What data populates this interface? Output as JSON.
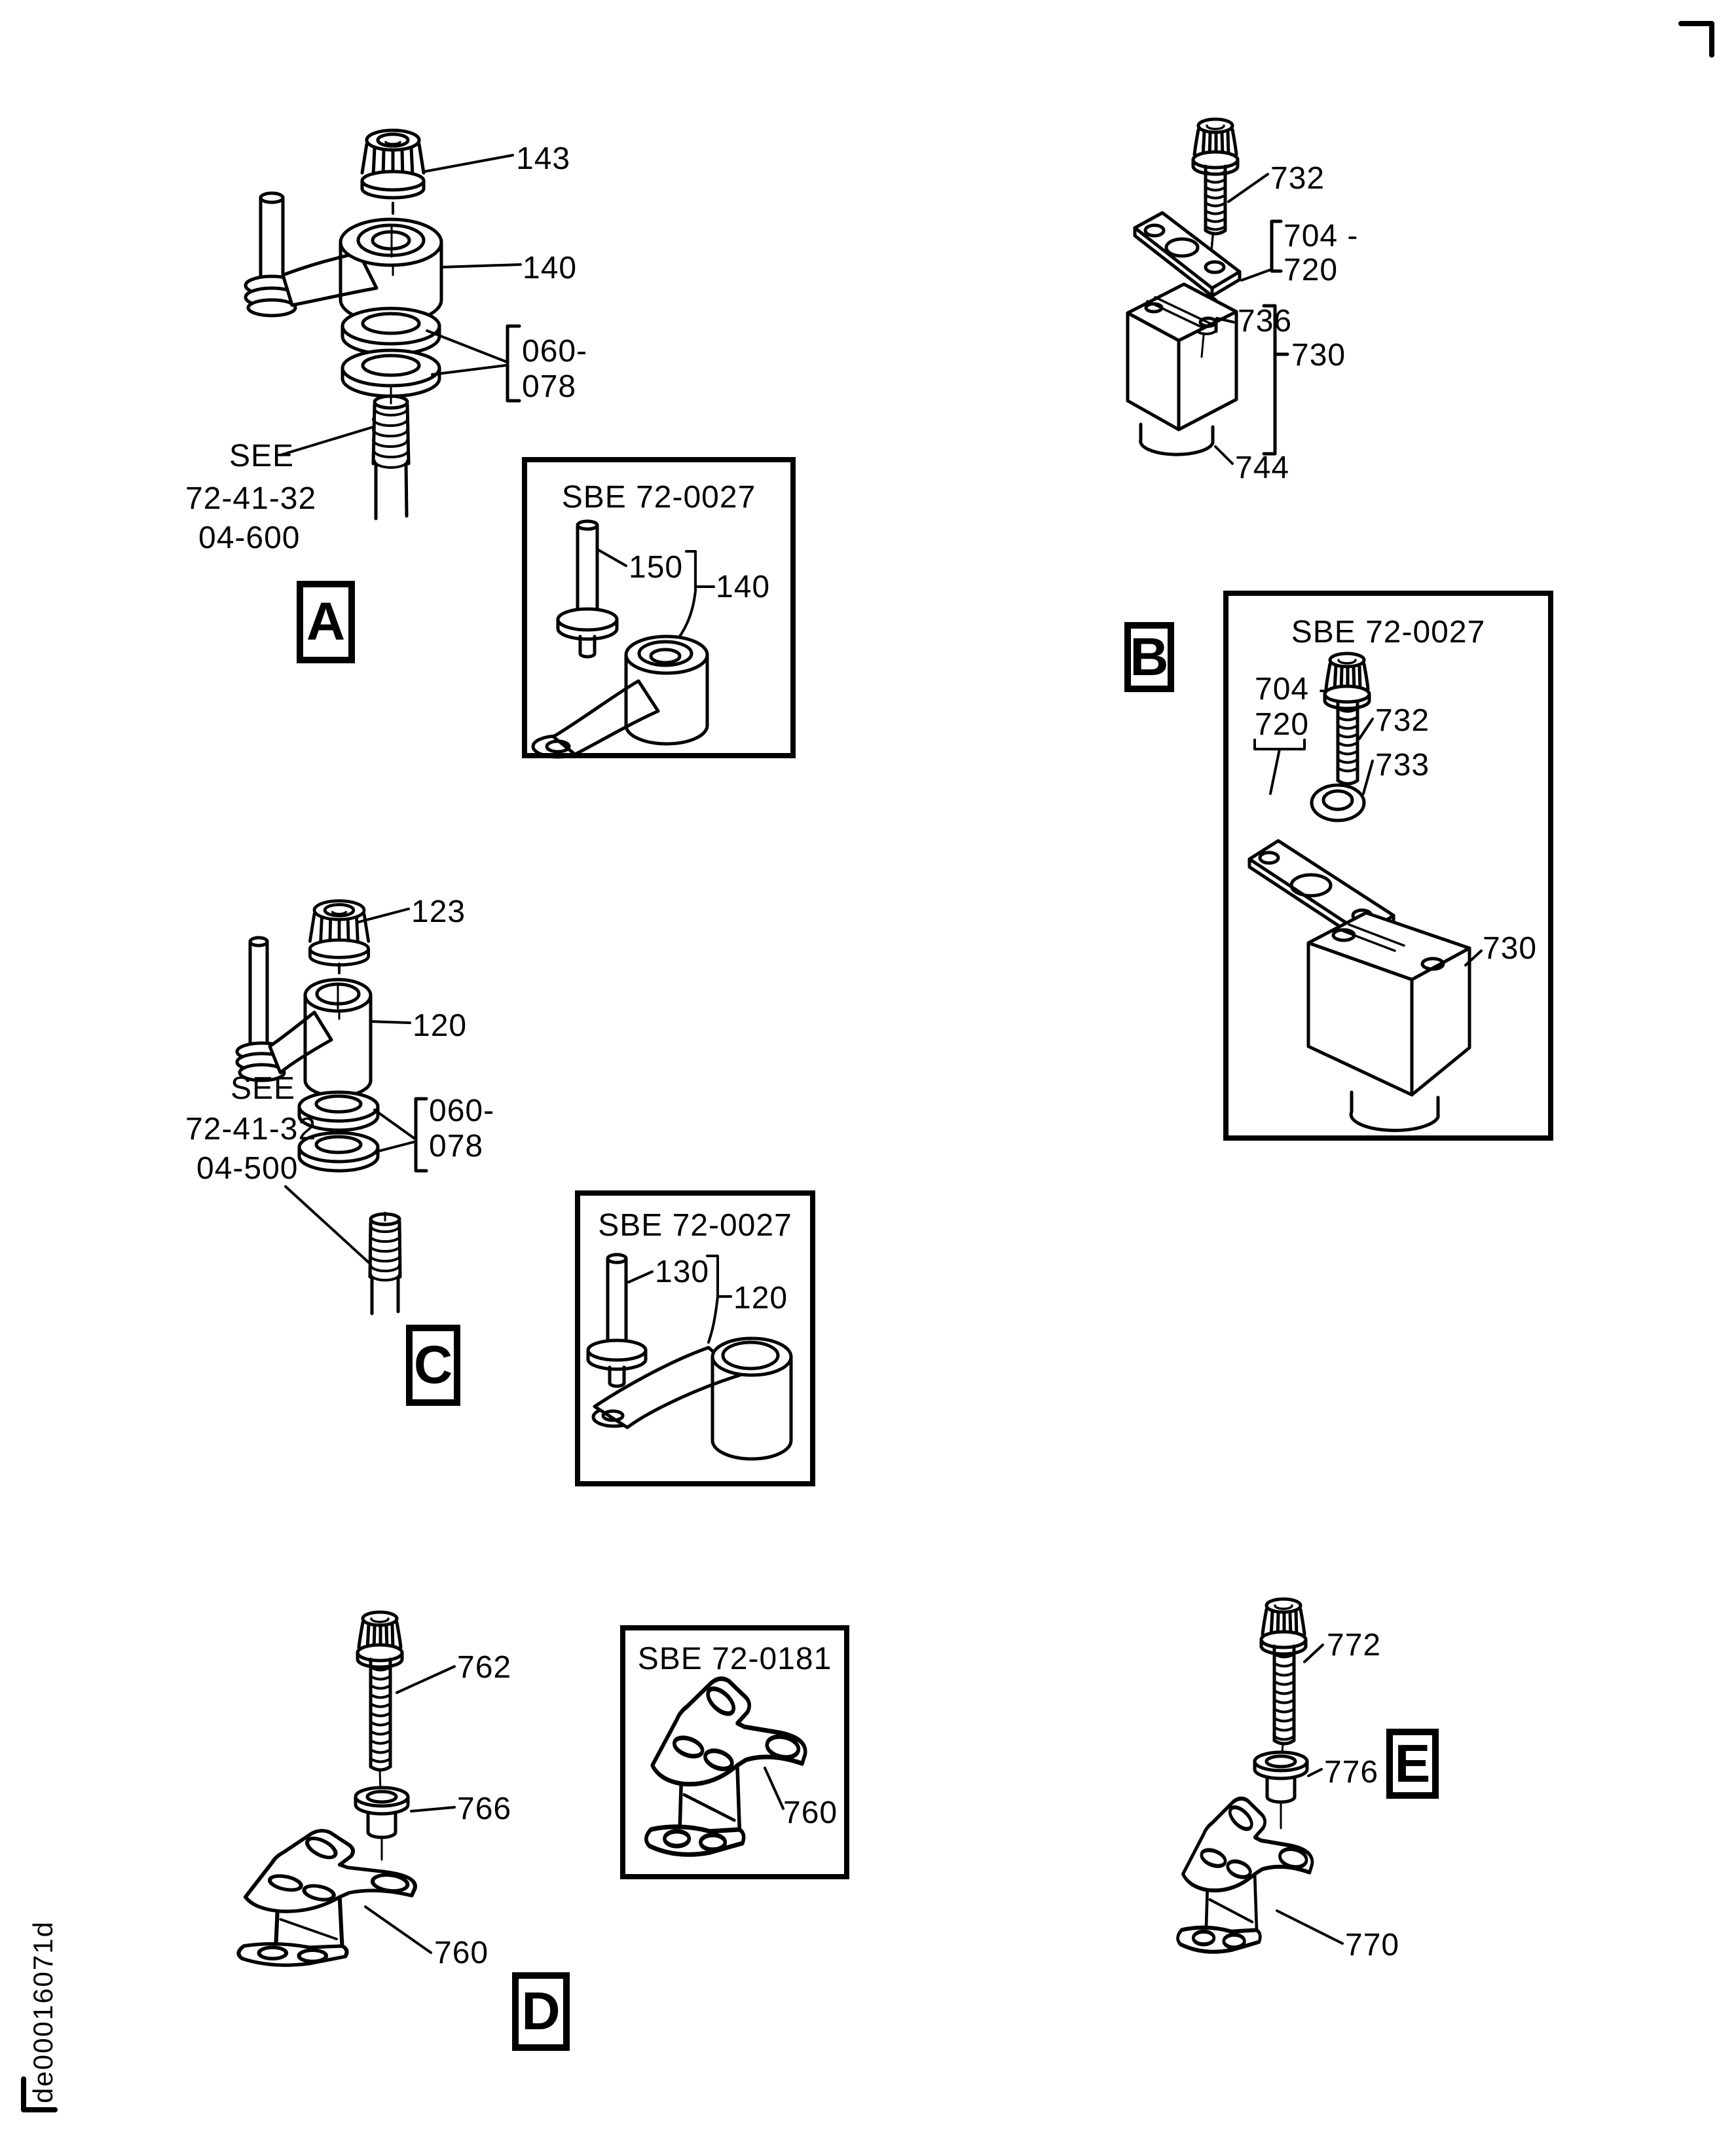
{
  "page": {
    "background": "#ffffff",
    "ink_color": "#000000",
    "doc_id_vertical": "de00016071d"
  },
  "sections": {
    "a": {
      "letter": "A",
      "callouts": {
        "nut": "143",
        "lever": "140",
        "washer_range_start": "060-",
        "washer_range_end": "078"
      },
      "see_reference": {
        "word": "SEE",
        "chapter": "72-41-32",
        "topic": "04-600"
      },
      "inset": {
        "title": "SBE 72-0027",
        "callouts": {
          "pin": "150",
          "lever": "140"
        }
      }
    },
    "b": {
      "letter": "B",
      "callouts": {
        "bolt": "732",
        "plate_range_start": "704 -",
        "plate_range_end": "720",
        "spring": "736",
        "block": "730",
        "pad": "744"
      },
      "inset": {
        "title": "SBE 72-0027",
        "callouts": {
          "plate_range_start": "704 -",
          "plate_range_end": "720",
          "bolt": "732",
          "washer": "733",
          "block": "730"
        }
      }
    },
    "c": {
      "letter": "C",
      "callouts": {
        "nut": "123",
        "lever": "120",
        "washer_range_start": "060-",
        "washer_range_end": "078"
      },
      "see_reference": {
        "word": "SEE",
        "chapter": "72-41-32",
        "topic": "04-500"
      },
      "inset": {
        "title": "SBE 72-0027",
        "callouts": {
          "pin": "130",
          "lever": "120"
        }
      }
    },
    "d": {
      "letter": "D",
      "callouts": {
        "bolt": "762",
        "bushing": "766",
        "bracket": "760"
      },
      "inset": {
        "title": "SBE 72-0181",
        "callouts": {
          "bracket": "760"
        }
      }
    },
    "e": {
      "letter": "E",
      "callouts": {
        "bolt": "772",
        "bushing": "776",
        "bracket": "770"
      }
    }
  }
}
